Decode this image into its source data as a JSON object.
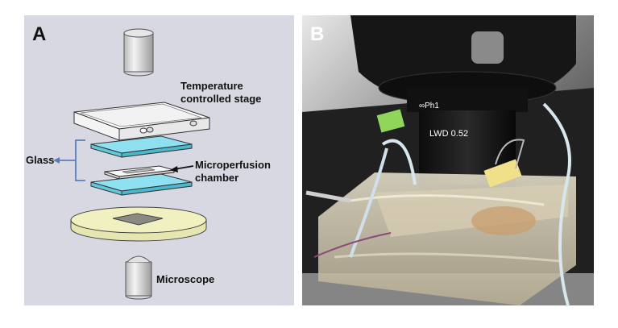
{
  "panel_a": {
    "letter": "A",
    "labels": {
      "temperature_stage": [
        "Temperature",
        "controlled stage"
      ],
      "glass": "Glass",
      "microperfusion_chamber": [
        "Microperfusion",
        "chamber"
      ],
      "microscope": "Microscope"
    }
  },
  "panel_b": {
    "letter": "B",
    "objective_text": "LWD 0.52",
    "phase_text": "∞Ph1"
  },
  "colors": {
    "panel_a_background": "#d8d8e2",
    "glass_fill": "#8fe0f0",
    "ring_fill": "#f0f0c0",
    "bracket_arrow": "#5a7fb8"
  }
}
